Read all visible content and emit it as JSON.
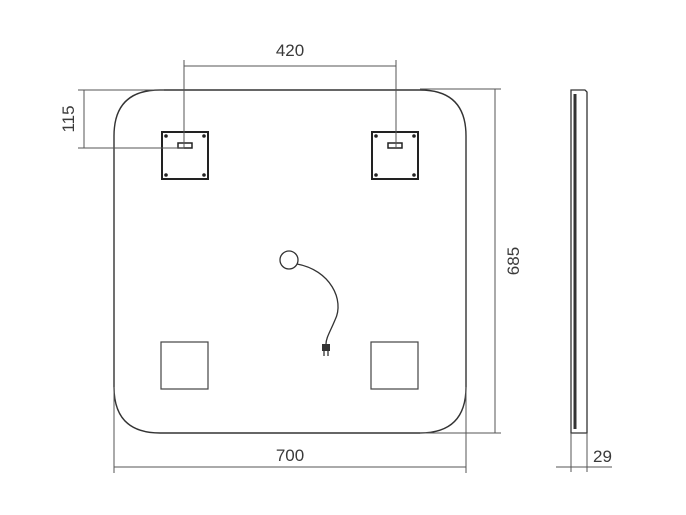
{
  "dimensions": {
    "top_spacing": "420",
    "top_offset": "115",
    "height": "685",
    "width": "700",
    "depth": "29"
  },
  "colors": {
    "line": "#333333",
    "text": "#3a3a3a"
  }
}
